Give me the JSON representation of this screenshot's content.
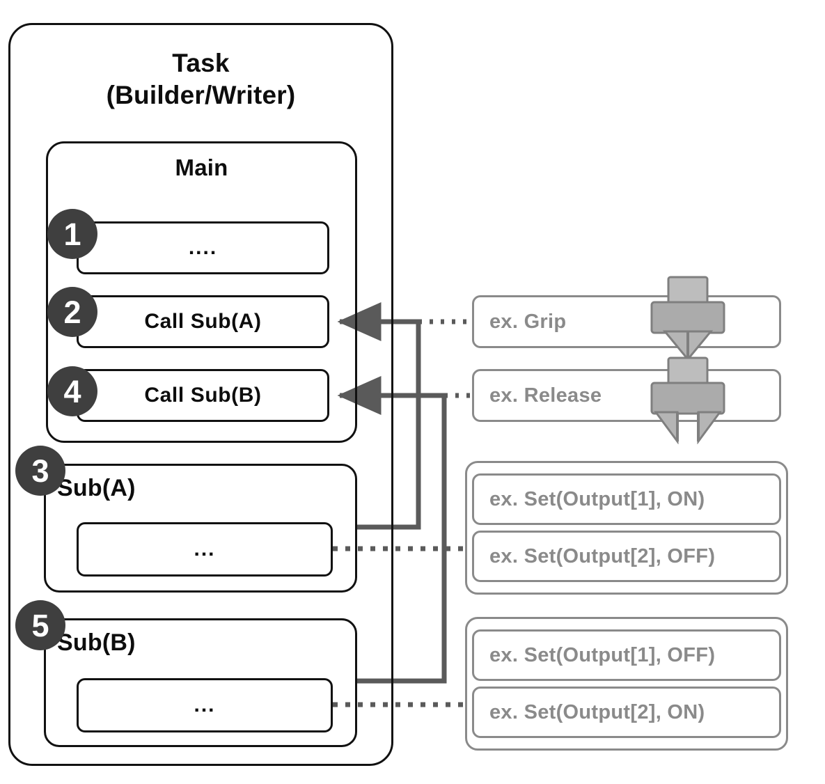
{
  "diagram": {
    "title": "Task program structure with subroutine calls and I/O examples",
    "colors": {
      "outline": "#111111",
      "badge_fill": "#3f3f3f",
      "badge_text": "#ffffff",
      "muted_outline": "#8a8a8a",
      "muted_text": "#8a8a8a",
      "connector": "#5a5a5a",
      "gripper_fill": "#a8a8a8",
      "gripper_fill_light": "#b8b8b8",
      "gripper_stroke": "#808080"
    }
  },
  "task": {
    "title_line1": "Task",
    "title_line2": "(Builder/Writer)"
  },
  "main": {
    "title": "Main",
    "steps": [
      {
        "badge": "1",
        "label": "...."
      },
      {
        "badge": "2",
        "label": "Call  Sub(A)"
      },
      {
        "badge": "4",
        "label": "Call  Sub(B)"
      }
    ]
  },
  "subs": [
    {
      "badge": "3",
      "title": "Sub(A)",
      "body_label": "..."
    },
    {
      "badge": "5",
      "title": "Sub(B)",
      "body_label": "..."
    }
  ],
  "examples": {
    "motion": [
      {
        "label": "ex. Grip",
        "icon": "gripper-closed-icon"
      },
      {
        "label": "ex. Release",
        "icon": "gripper-open-icon"
      }
    ],
    "io_groups": [
      {
        "items": [
          {
            "label": "ex. Set(Output[1], ON)"
          },
          {
            "label": "ex. Set(Output[2], OFF)"
          }
        ]
      },
      {
        "items": [
          {
            "label": "ex. Set(Output[1], OFF)"
          },
          {
            "label": "ex. Set(Output[2], ON)"
          }
        ]
      }
    ]
  }
}
